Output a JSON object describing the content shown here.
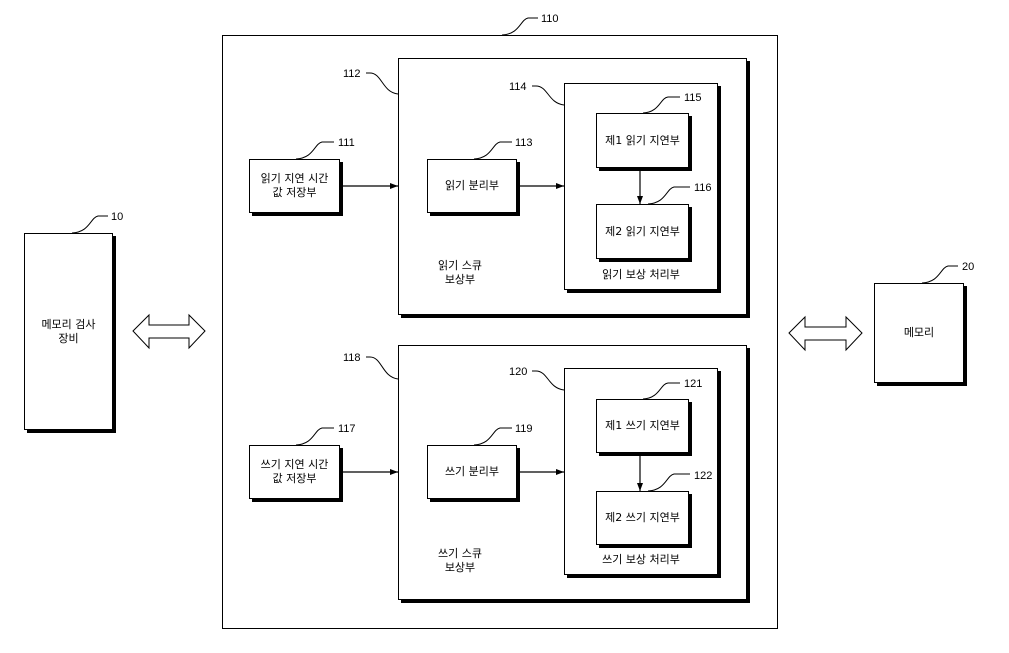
{
  "diagram": {
    "blocks": {
      "tester": {
        "ref": "10",
        "label": "메모리 검사\n장비"
      },
      "memory": {
        "ref": "20",
        "label": "메모리"
      },
      "controller": {
        "ref": "110"
      },
      "read_skew": {
        "ref": "112",
        "label": "읽기 스큐\n보상부"
      },
      "read_latency_store": {
        "ref": "111",
        "label": "읽기 지연 시간\n값 저장부"
      },
      "read_separator": {
        "ref": "113",
        "label": "읽기 분리부"
      },
      "read_comp_proc": {
        "ref": "114",
        "label": "읽기 보상 처리부"
      },
      "read_delay_1": {
        "ref": "115",
        "label": "제1 읽기 지연부"
      },
      "read_delay_2": {
        "ref": "116",
        "label": "제2 읽기 지연부"
      },
      "write_skew": {
        "ref": "118",
        "label": "쓰기 스큐\n보상부"
      },
      "write_latency_store": {
        "ref": "117",
        "label": "쓰기 지연 시간\n값 저장부"
      },
      "write_separator": {
        "ref": "119",
        "label": "쓰기 분리부"
      },
      "write_comp_proc": {
        "ref": "120",
        "label": "쓰기 보상 처리부"
      },
      "write_delay_1": {
        "ref": "121",
        "label": "제1 쓰기 지연부"
      },
      "write_delay_2": {
        "ref": "122",
        "label": "제2 쓰기 지연부"
      }
    },
    "connections": [
      {
        "from": "tester",
        "to": "controller",
        "type": "bidirectional-hollow-arrow"
      },
      {
        "from": "controller",
        "to": "memory",
        "type": "bidirectional-hollow-arrow"
      },
      {
        "from": "read_latency_store",
        "to": "read_skew",
        "type": "arrow"
      },
      {
        "from": "read_separator",
        "to": "read_comp_proc",
        "type": "arrow"
      },
      {
        "from": "read_delay_1",
        "to": "read_delay_2",
        "type": "arrow"
      },
      {
        "from": "write_latency_store",
        "to": "write_skew",
        "type": "arrow"
      },
      {
        "from": "write_separator",
        "to": "write_comp_proc",
        "type": "arrow"
      },
      {
        "from": "write_delay_1",
        "to": "write_delay_2",
        "type": "arrow"
      }
    ]
  }
}
